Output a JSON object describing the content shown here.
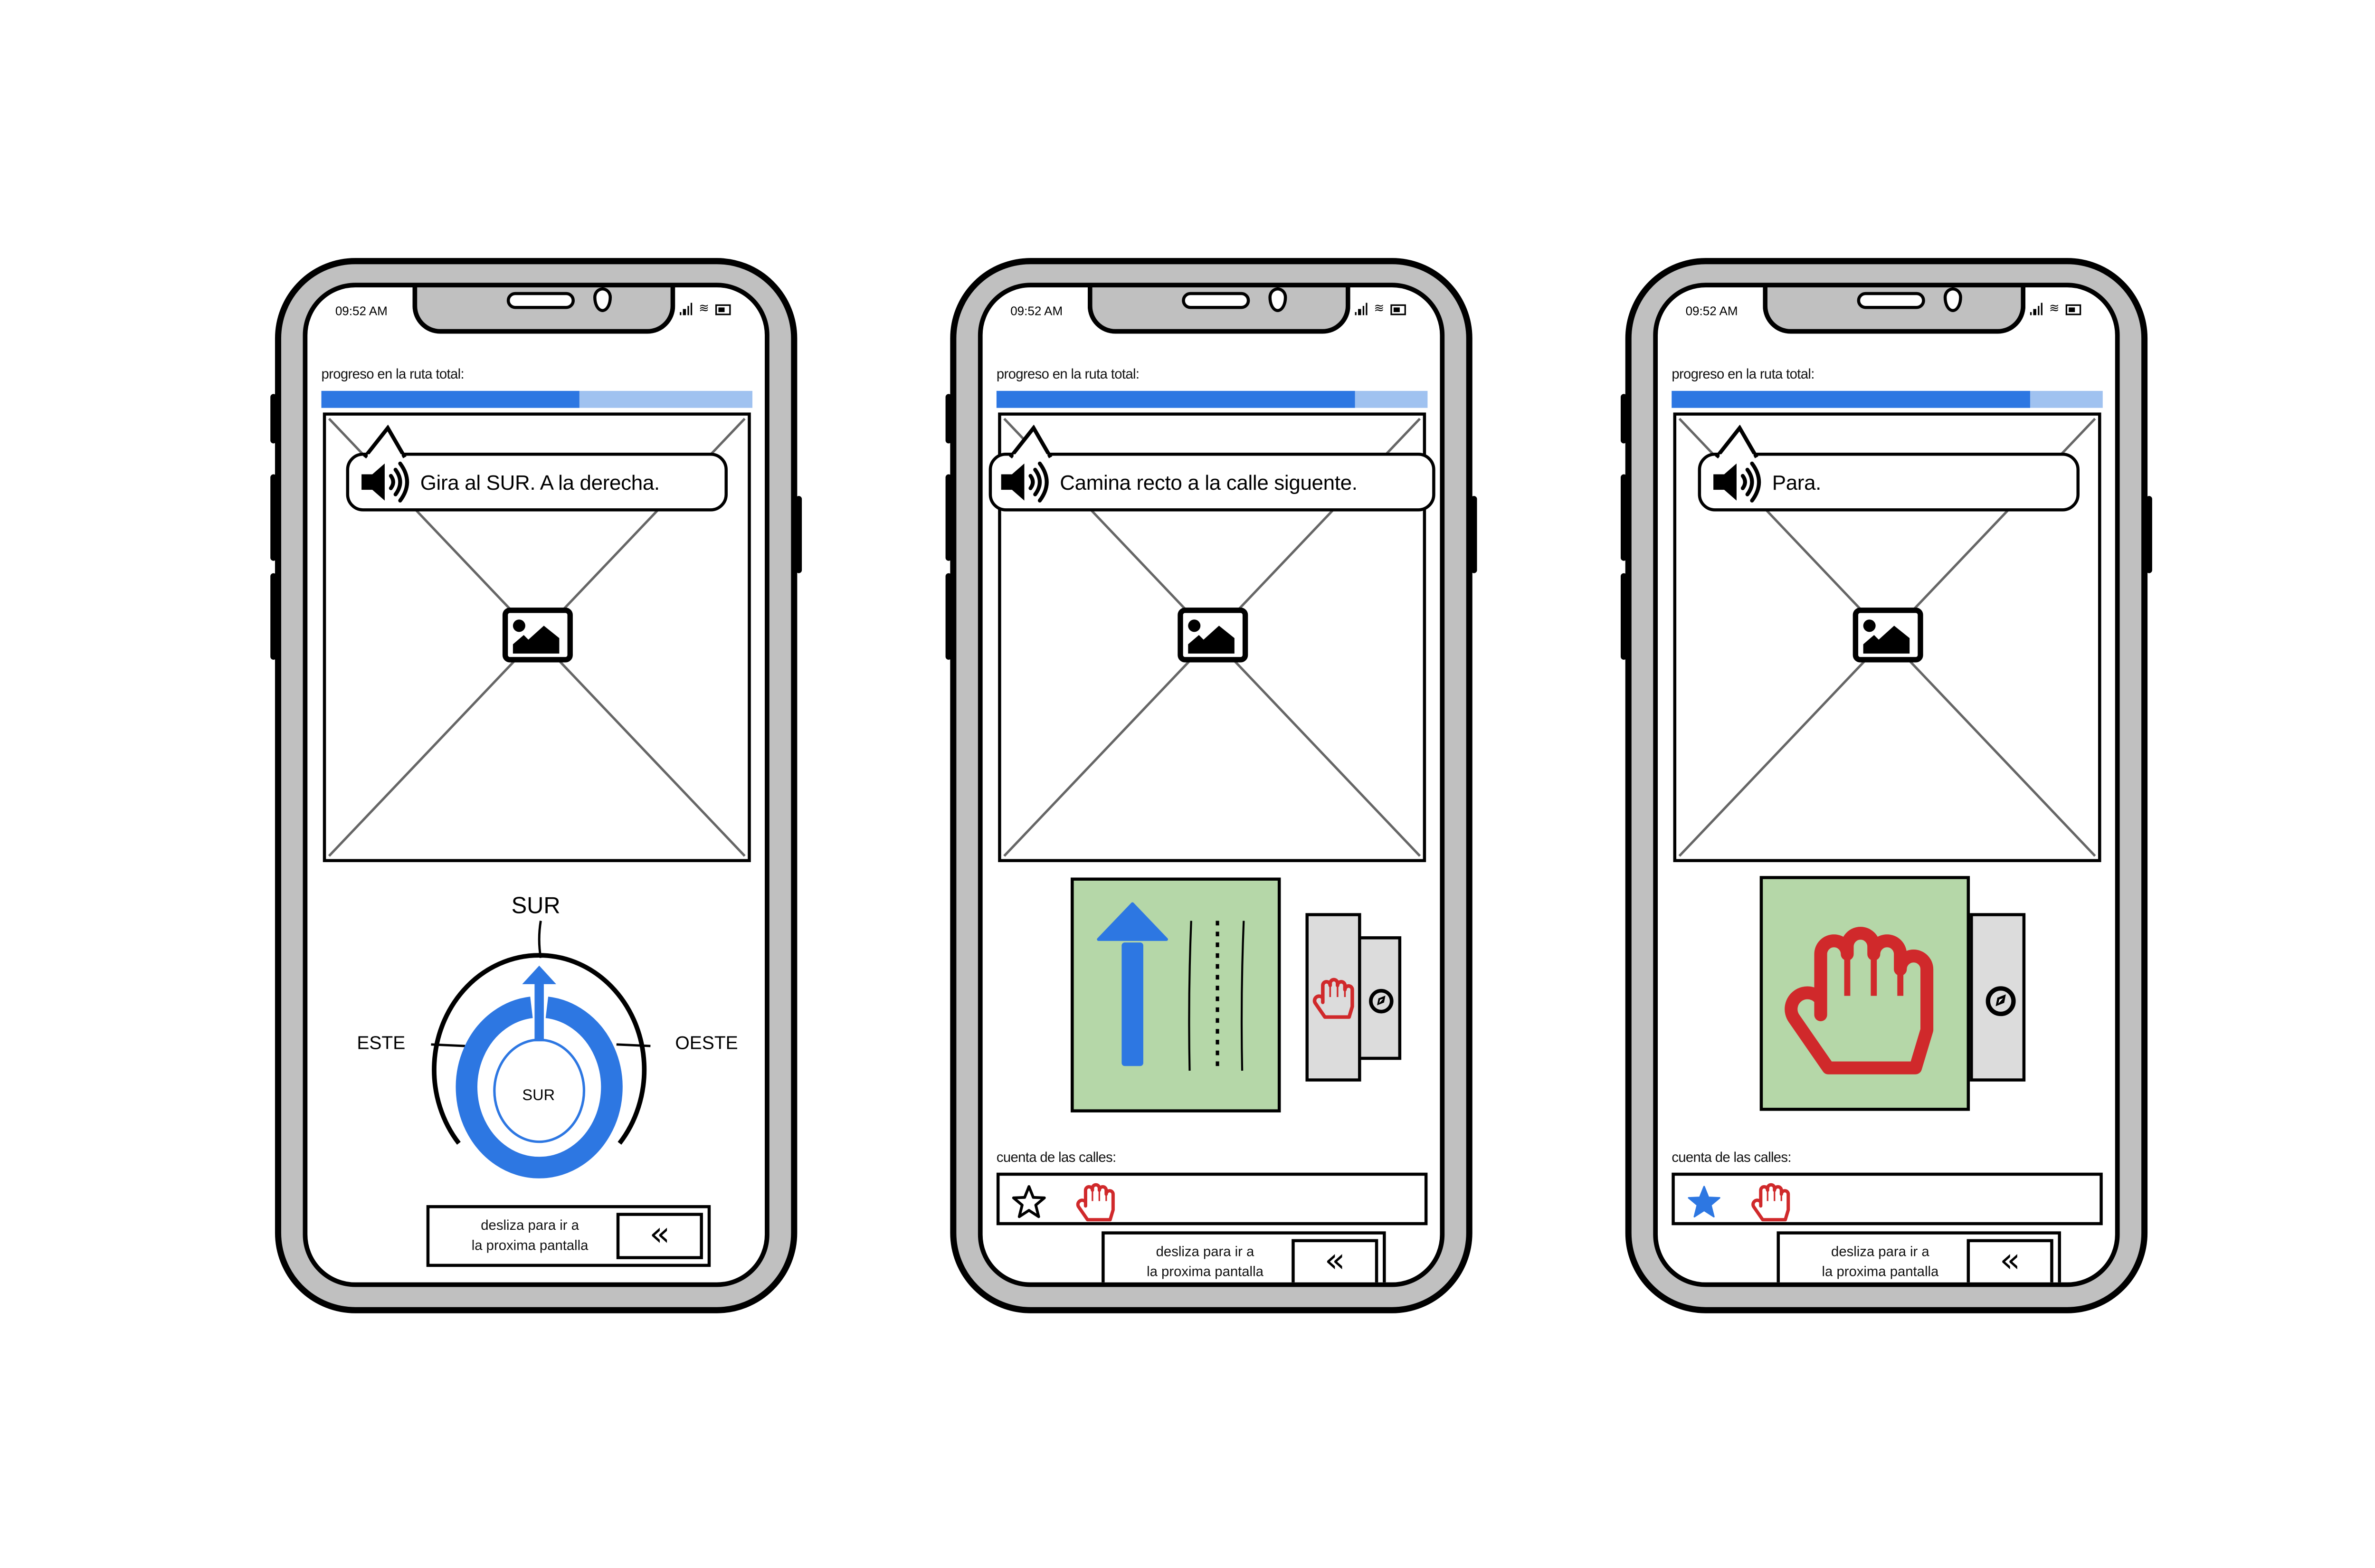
{
  "colors": {
    "progress_fill": "#2d77e2",
    "progress_track": "#a0c2f0",
    "card_green": "#b5d7a8",
    "tab_gray": "#dcdcdc",
    "stop_red": "#d0292b",
    "accent_blue": "#2d77e2",
    "frame_gray": "#c0c0c0"
  },
  "phones": [
    {
      "status_time": "09:52 AM",
      "progress_label": "progreso en la ruta total:",
      "progress_percent": 60,
      "instruction": "Gira al SUR. A la derecha.",
      "instruction_icon": "speaker-icon",
      "compass": {
        "top": "SUR",
        "left": "ESTE",
        "right": "OESTE",
        "center": "SUR"
      },
      "swipe": {
        "line1": "desliza para ir a",
        "line2": "la proxima pantalla",
        "button_glyph": "«"
      }
    },
    {
      "status_time": "09:52 AM",
      "progress_label": "progreso en la ruta total:",
      "progress_percent": 83,
      "instruction": "Camina recto a la calle siguente.",
      "instruction_icon": "speaker-icon",
      "card": {
        "main_icon": "arrow-up-icon",
        "tabs": [
          "stop-hand-icon",
          "compass-icon"
        ]
      },
      "street_count_label": "cuenta de las calles:",
      "street_count_icons": [
        "star-outline-icon",
        "stop-hand-icon"
      ],
      "swipe": {
        "line1": "desliza para ir a",
        "line2": "la proxima pantalla",
        "button_glyph": "«"
      }
    },
    {
      "status_time": "09:52 AM",
      "progress_label": "progreso en la ruta total:",
      "progress_percent": 83,
      "instruction": "Para.",
      "instruction_icon": "speaker-icon",
      "card": {
        "main_icon": "stop-hand-icon",
        "tabs": [
          "compass-icon"
        ]
      },
      "street_count_label": "cuenta de las calles:",
      "street_count_icons": [
        "star-filled-icon",
        "stop-hand-icon"
      ],
      "swipe": {
        "line1": "desliza para ir a",
        "line2": "la proxima pantalla",
        "button_glyph": "«"
      }
    }
  ]
}
